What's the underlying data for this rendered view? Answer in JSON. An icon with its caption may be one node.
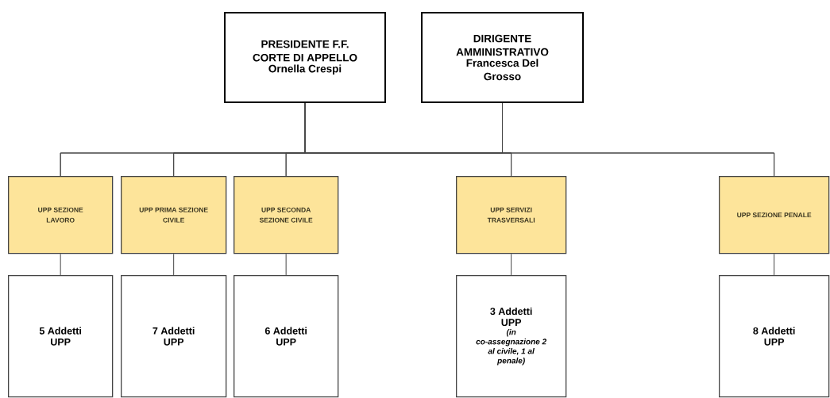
{
  "diagram": {
    "nodes": [
      {
        "text": [
          "PRESIDENTE F.F. CORTE DI APPELLO",
          "Ornella Crespi"
        ]
      },
      {
        "text": [
          "DIRIGENTE AMMINISTRATIVO",
          "Francesca Del Grosso"
        ]
      },
      {
        "text": [
          "UPP SEZIONE LAVORO"
        ]
      },
      {
        "text": [
          "UPP PRIMA SEZIONE CIVILE"
        ]
      },
      {
        "text": [
          "UPP SECONDA SEZIONE CIVILE"
        ]
      },
      {
        "text": [
          "UPP SERVIZI TRASVERSALI"
        ]
      },
      {
        "text": [
          "UPP SEZIONE PENALE"
        ]
      },
      {
        "text": [
          "5 Addetti UPP"
        ]
      },
      {
        "text": [
          "7 Addetti UPP"
        ]
      },
      {
        "text": [
          "6 Addetti UPP"
        ]
      },
      {
        "text": [
          "3 Addetti UPP",
          "(in co-assegnazione 2 al civile, 1 al penale)"
        ]
      },
      {
        "text": [
          "8 Addetti UPP"
        ]
      }
    ],
    "edges": [
      {
        "from": 0,
        "to": 2,
        "arrow": "none"
      },
      {
        "from": 0,
        "to": 3,
        "arrow": "none"
      },
      {
        "from": 0,
        "to": 4,
        "arrow": "none"
      },
      {
        "from": 0,
        "to": 5,
        "arrow": "none"
      },
      {
        "from": 0,
        "to": 6,
        "arrow": "none"
      },
      {
        "from": 1,
        "to": 2,
        "arrow": "none"
      },
      {
        "from": 1,
        "to": 3,
        "arrow": "none"
      },
      {
        "from": 1,
        "to": 4,
        "arrow": "none"
      },
      {
        "from": 1,
        "to": 5,
        "arrow": "none"
      },
      {
        "from": 1,
        "to": 6,
        "arrow": "none"
      },
      {
        "from": 2,
        "to": 7,
        "arrow": "none"
      },
      {
        "from": 3,
        "to": 8,
        "arrow": "none"
      },
      {
        "from": 4,
        "to": 9,
        "arrow": "none"
      },
      {
        "from": 5,
        "to": 10,
        "arrow": "none"
      },
      {
        "from": 6,
        "to": 11,
        "arrow": "none"
      }
    ]
  }
}
